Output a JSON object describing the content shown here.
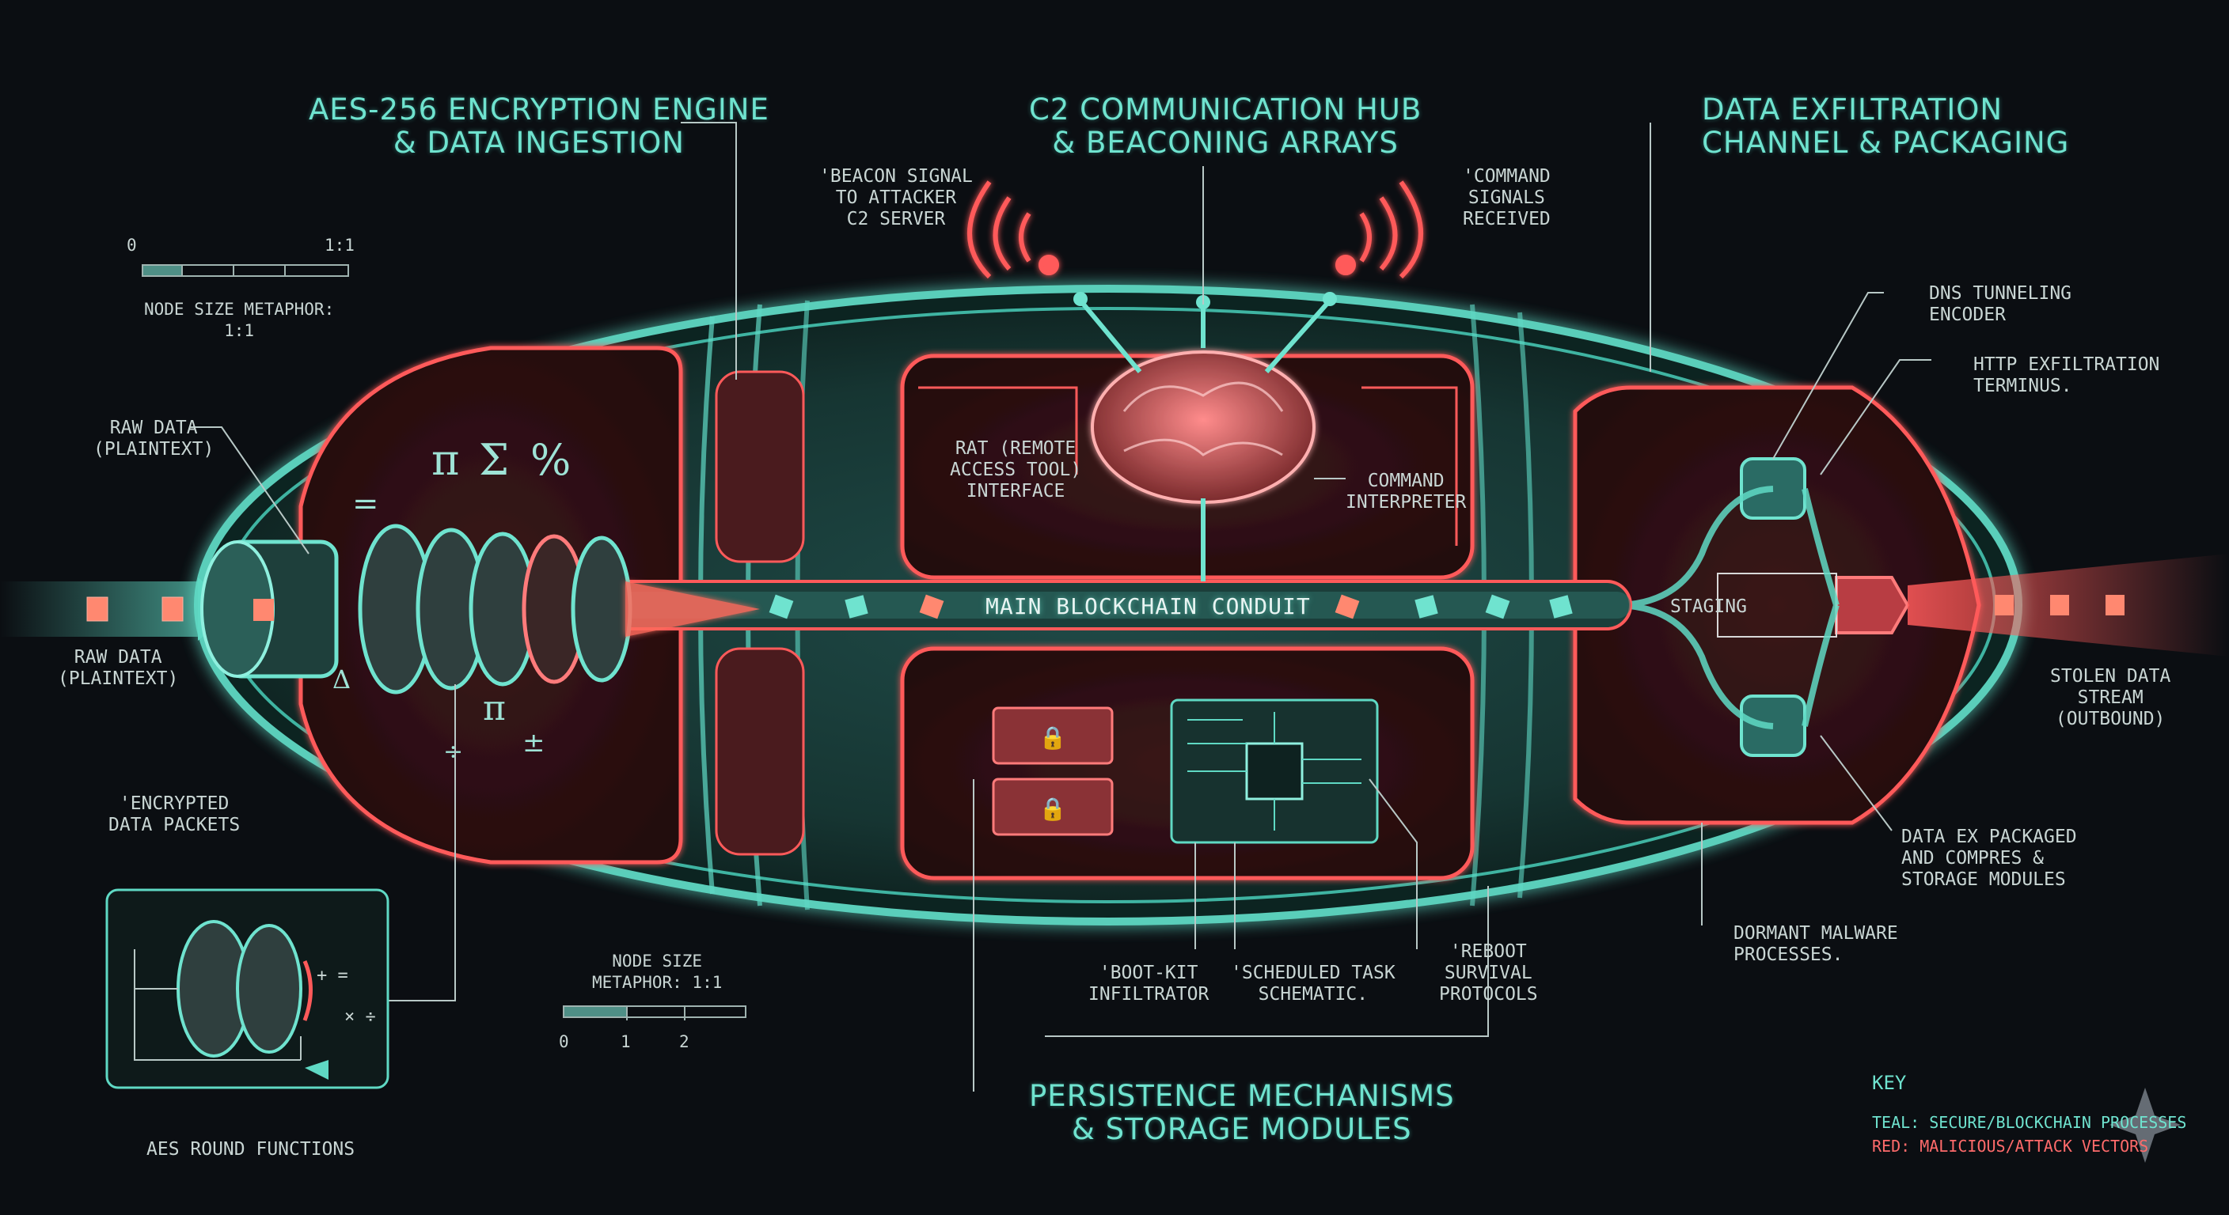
{
  "titles": {
    "encryption_line1": "AES-256 ENCRYPTION ENGINE",
    "encryption_line2": "& DATA INGESTION",
    "c2_line1": "C2 COMMUNICATION HUB",
    "c2_line2": "& BEACONING ARRAYS",
    "exfil_line1": "DATA EXFILTRATION",
    "exfil_line2": "CHANNEL & PACKAGING",
    "persistence_line1": "PERSISTENCE MECHANISMS",
    "persistence_line2": "& STORAGE MODULES"
  },
  "scale_top": {
    "tick_start": "0",
    "tick_end": "1:1",
    "caption_line1": "NODE SIZE METAPHOR:",
    "caption_line2": "1:1"
  },
  "scale_bottom": {
    "caption_line1": "NODE SIZE",
    "caption_line2": "METAPHOR: 1:1",
    "ticks": [
      "0",
      "1",
      "2"
    ]
  },
  "labels": {
    "raw_data_top_1": "RAW DATA",
    "raw_data_top_2": "(PLAINTEXT)",
    "raw_data_left_1": "RAW DATA",
    "raw_data_left_2": "(PLAINTEXT)",
    "encrypted_1": "'ENCRYPTED",
    "encrypted_2": "DATA PACKETS",
    "aes_round": "AES ROUND FUNCTIONS",
    "beacon_1": "'BEACON SIGNAL",
    "beacon_2": "TO ATTACKER",
    "beacon_3": "C2 SERVER",
    "command_sig_1": "'COMMAND",
    "command_sig_2": "SIGNALS",
    "command_sig_3": "RECEIVED",
    "rat_1": "RAT (REMOTE",
    "rat_2": "ACCESS TOOL)",
    "rat_3": "INTERFACE",
    "cmd_interp_1": "COMMAND",
    "cmd_interp_2": "INTERPRETER",
    "conduit": "MAIN BLOCKCHAIN CONDUIT",
    "staging": "STAGING",
    "dns_1": "DNS TUNNELING",
    "dns_2": "ENCODER",
    "http_1": "HTTP EXFILTRATION",
    "http_2": "TERMINUS.",
    "stolen_1": "STOLEN DATA",
    "stolen_2": "STREAM",
    "stolen_3": "(OUTBOUND)",
    "packaged_1": "DATA EX PACKAGED",
    "packaged_2": "AND COMPRES &",
    "packaged_3": "STORAGE MODULES",
    "dormant_1": "DORMANT MALWARE",
    "dormant_2": "PROCESSES.",
    "bootkit_1": "'BOOT-KIT",
    "bootkit_2": "INFILTRATOR",
    "sched_1": "'SCHEDULED TASK",
    "sched_2": "SCHEMATIC.",
    "reboot_1": "'REBOOT",
    "reboot_2": "SURVIVAL",
    "reboot_3": "PROTOCOLS"
  },
  "key": {
    "title": "KEY",
    "teal": "TEAL: SECURE/BLOCKCHAIN PROCESSES",
    "red": "RED: MALICIOUS/ATTACK VECTORS"
  },
  "colors": {
    "teal": "#5fd9c4",
    "red": "#ff5a5a",
    "background": "#0b0e12"
  },
  "symbols": [
    "π",
    "Σ",
    "%",
    "=",
    "Δ",
    "π",
    "±",
    "÷",
    "+ =",
    "× ÷"
  ]
}
